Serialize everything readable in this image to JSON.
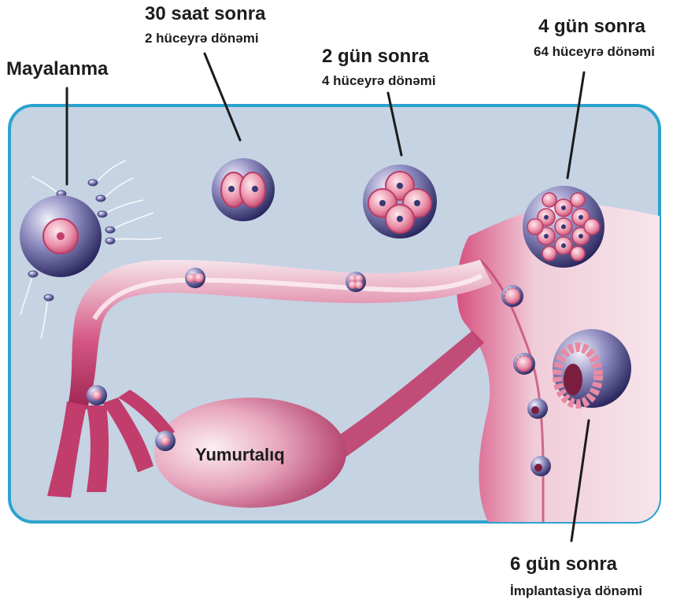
{
  "labels": {
    "fertilization": "Mayalanma",
    "after_30h": "30 saat sonra",
    "stage_2cell": "2 hüceyrə dönəmi",
    "after_2d": "2 gün sonra",
    "stage_4cell": "4 hüceyrə dönəmi",
    "after_4d": "4 gün sonra",
    "stage_64cell": "64 hüceyrə dönəmi",
    "ovary": "Yumurtalıq",
    "after_6d": "6 gün sonra",
    "stage_implant": "İmplantasiya dönəmi"
  },
  "colors": {
    "panel_bg": "#c5d3e3",
    "panel_border": "#2ca3cf",
    "tissue": "#c13d6b",
    "tissue_light": "#f4dde6",
    "cell_dark": "#38366e",
    "cell_pink": "#e98aa3"
  }
}
